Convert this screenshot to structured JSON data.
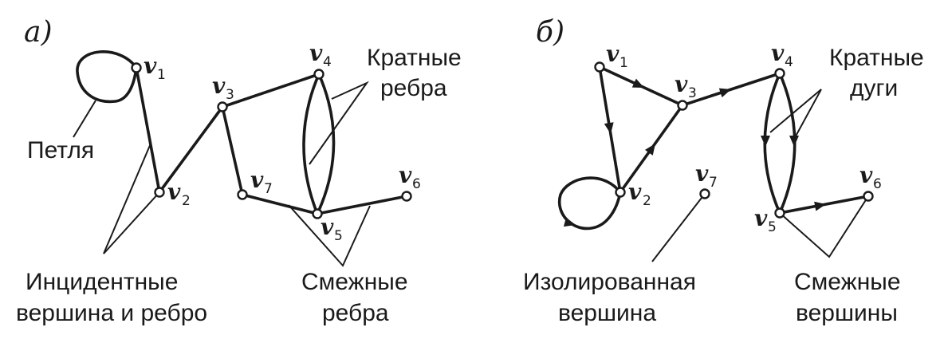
{
  "panels": [
    {
      "id": "a",
      "label": "а)",
      "vertices": [
        {
          "name": "v",
          "index": "1"
        },
        {
          "name": "v",
          "index": "2"
        },
        {
          "name": "v",
          "index": "3"
        },
        {
          "name": "v",
          "index": "4"
        },
        {
          "name": "v",
          "index": "5"
        },
        {
          "name": "v",
          "index": "6"
        },
        {
          "name": "v",
          "index": "7"
        }
      ],
      "annotations": {
        "loop": "Петля",
        "multiple_edges_line1": "Кратные",
        "multiple_edges_line2": "ребра",
        "incident_line1": "Инцидентные",
        "incident_line2": "вершина и ребро",
        "adjacent_line1": "Смежные",
        "adjacent_line2": "ребра"
      }
    },
    {
      "id": "b",
      "label": "б)",
      "vertices": [
        {
          "name": "v",
          "index": "1"
        },
        {
          "name": "v",
          "index": "2"
        },
        {
          "name": "v",
          "index": "3"
        },
        {
          "name": "v",
          "index": "4"
        },
        {
          "name": "v",
          "index": "5"
        },
        {
          "name": "v",
          "index": "6"
        },
        {
          "name": "v",
          "index": "7"
        }
      ],
      "annotations": {
        "multiple_arcs_line1": "Кратные",
        "multiple_arcs_line2": "дуги",
        "isolated_line1": "Изолированная",
        "isolated_line2": "вершина",
        "adjacent_line1": "Смежные",
        "adjacent_line2": "вершины"
      }
    }
  ]
}
